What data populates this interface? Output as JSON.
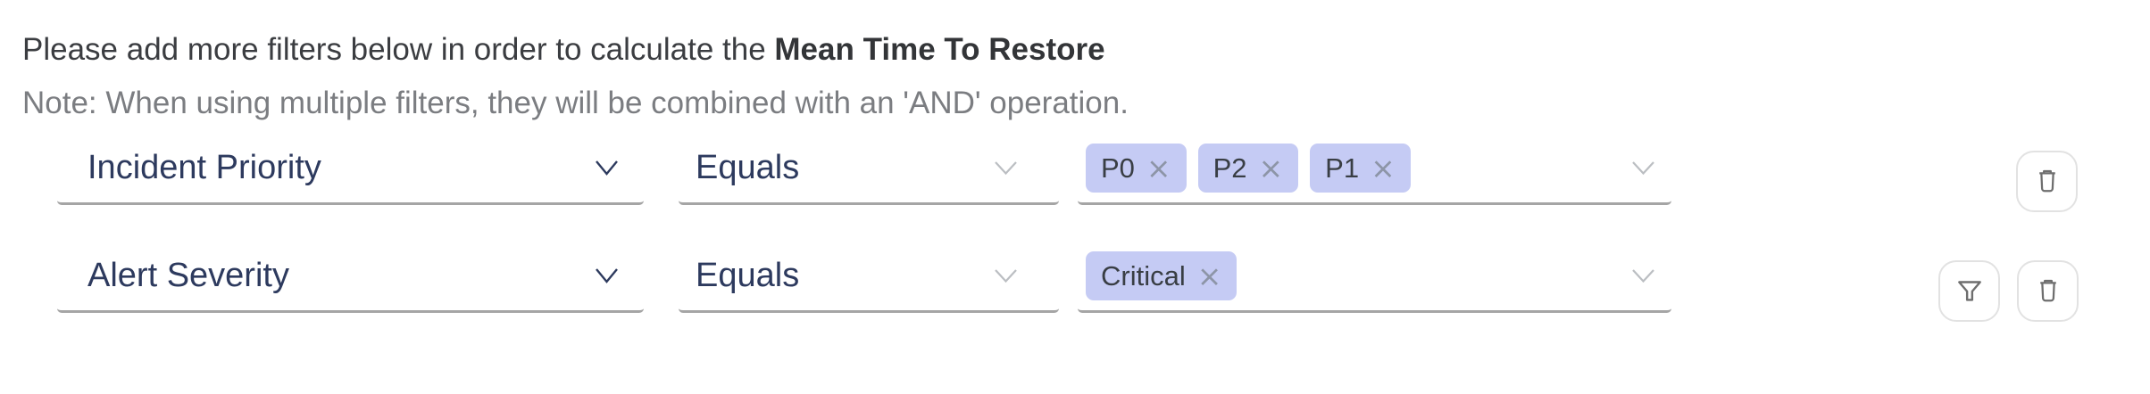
{
  "header": {
    "prefix": "Please add more filters below in order to calculate the ",
    "metric": "Mean Time To Restore"
  },
  "note": "Note: When using multiple filters, they will be combined with an 'AND' operation.",
  "glyphs": {
    "chip_remove": "×"
  },
  "colors": {
    "field_text": "#2d3a5e",
    "chip_background": "#c5cbf4",
    "chip_text": "#393e44",
    "chip_remove": "#8d95a7",
    "underline": "#a5a5a5",
    "note_text": "#7b7d81",
    "button_border": "#e2e2e2",
    "button_icon": "#6e6e6e"
  },
  "rows": [
    {
      "field_label": "Incident Priority",
      "operator_label": "Equals",
      "values": [
        "P0",
        "P2",
        "P1"
      ]
    },
    {
      "field_label": "Alert Severity",
      "operator_label": "Equals",
      "values": [
        "Critical"
      ]
    }
  ]
}
